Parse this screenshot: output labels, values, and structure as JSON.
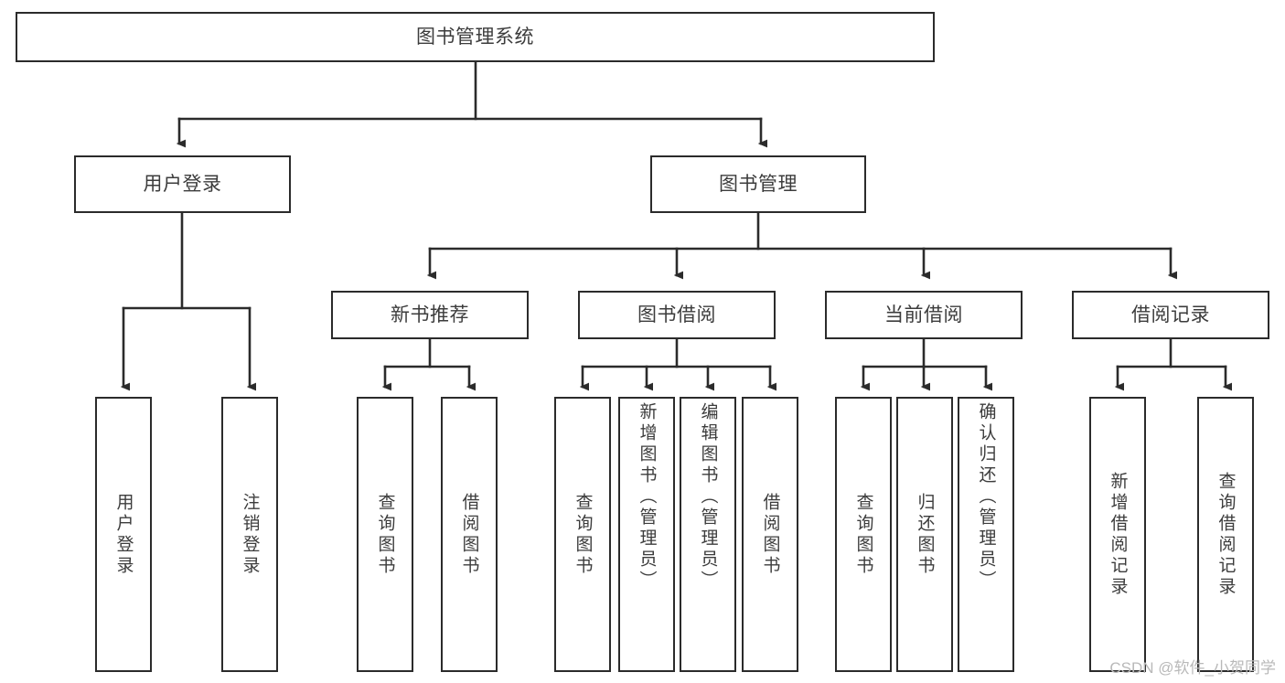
{
  "diagram": {
    "type": "tree-hierarchy",
    "title": "图书管理系统",
    "watermark": "CSDN @软件_小贺同学",
    "colors": {
      "stroke": "#2b2b2b",
      "text": "#3c3c3c",
      "background": "#ffffff",
      "watermark": "#b9b9b9"
    },
    "levels": {
      "root": {
        "label": "图书管理系统"
      },
      "level2": [
        {
          "id": "user-login",
          "label": "用户登录"
        },
        {
          "id": "book-management",
          "label": "图书管理"
        }
      ],
      "level3": [
        {
          "id": "new-book-recommend",
          "label": "新书推荐",
          "parent": "book-management"
        },
        {
          "id": "book-borrow",
          "label": "图书借阅",
          "parent": "book-management"
        },
        {
          "id": "current-borrow",
          "label": "当前借阅",
          "parent": "book-management"
        },
        {
          "id": "borrow-record",
          "label": "借阅记录",
          "parent": "book-management"
        }
      ],
      "leaves": [
        {
          "id": "leaf-user-login",
          "label": "用户登录",
          "parent": "user-login"
        },
        {
          "id": "leaf-logout-login",
          "label": "注销登录",
          "parent": "user-login"
        },
        {
          "id": "leaf-query-book-1",
          "label": "查询图书",
          "parent": "new-book-recommend"
        },
        {
          "id": "leaf-borrow-book-1",
          "label": "借阅图书",
          "parent": "new-book-recommend"
        },
        {
          "id": "leaf-query-book-2",
          "label": "查询图书",
          "parent": "book-borrow"
        },
        {
          "id": "leaf-add-book",
          "label": "新增图书（管理员）",
          "parent": "book-borrow"
        },
        {
          "id": "leaf-edit-book",
          "label": "编辑图书（管理员）",
          "parent": "book-borrow"
        },
        {
          "id": "leaf-borrow-book-2",
          "label": "借阅图书",
          "parent": "book-borrow"
        },
        {
          "id": "leaf-query-book-3",
          "label": "查询图书",
          "parent": "current-borrow"
        },
        {
          "id": "leaf-return-book",
          "label": "归还图书",
          "parent": "current-borrow"
        },
        {
          "id": "leaf-confirm-return",
          "label": "确认归还（管理员）",
          "parent": "current-borrow"
        },
        {
          "id": "leaf-add-borrow-record",
          "label": "新增借阅记录",
          "parent": "borrow-record"
        },
        {
          "id": "leaf-query-borrow-record",
          "label": "查询借阅记录",
          "parent": "borrow-record"
        }
      ]
    }
  }
}
